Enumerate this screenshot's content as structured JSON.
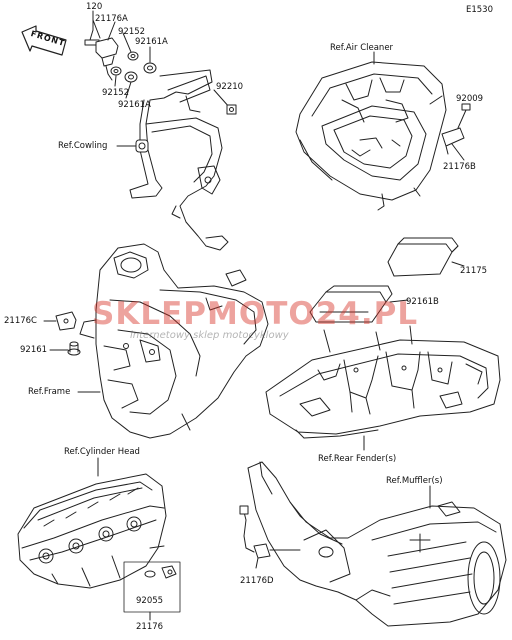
{
  "diagram": {
    "code": "E1530",
    "front_label": "FRONT",
    "watermark": {
      "brand": "SKLEPMOTO24.PL",
      "tagline": "internetowy sklep motocyklowy"
    },
    "parts": [
      {
        "number": "120"
      },
      {
        "number": "21176A"
      },
      {
        "number": "92152"
      },
      {
        "number": "92161A"
      },
      {
        "number": "92152"
      },
      {
        "number": "92161A"
      },
      {
        "number": "92210"
      },
      {
        "number": "92009"
      },
      {
        "number": "21176B"
      },
      {
        "number": "21175"
      },
      {
        "number": "92161B"
      },
      {
        "number": "21176C"
      },
      {
        "number": "92161"
      },
      {
        "number": "21176D"
      },
      {
        "number": "92055"
      },
      {
        "number": "21176"
      }
    ],
    "references": [
      {
        "text": "Ref.Air Cleaner"
      },
      {
        "text": "Ref.Cowling"
      },
      {
        "text": "Ref.Frame"
      },
      {
        "text": "Ref.Rear Fender(s)"
      },
      {
        "text": "Ref.Cylinder Head"
      },
      {
        "text": "Ref.Muffler(s)"
      }
    ]
  }
}
